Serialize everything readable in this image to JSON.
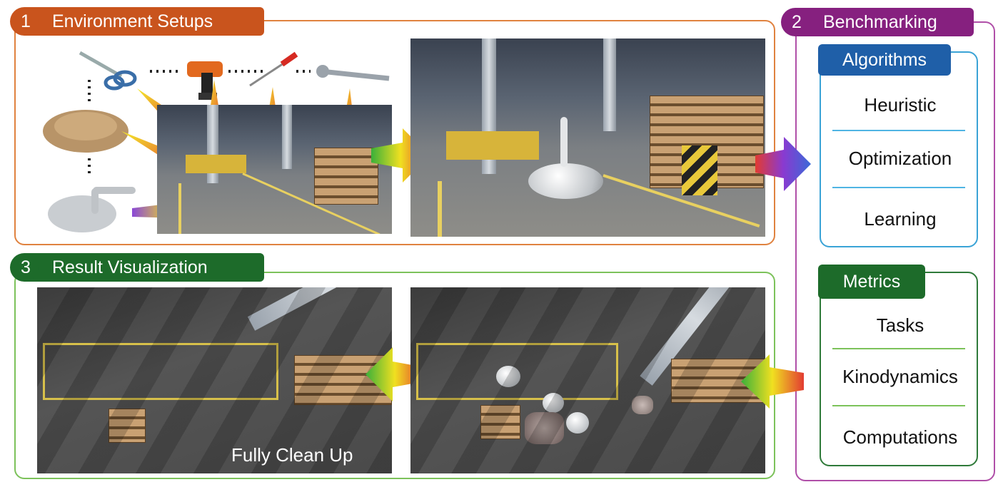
{
  "environment": {
    "number": "1",
    "title": "Environment Setups",
    "object_icons": [
      "scissors-icon",
      "drill-icon",
      "screwdriver-icon",
      "wrench-icon",
      "wood-chips-icon",
      "robot-icon"
    ]
  },
  "benchmarking": {
    "number": "2",
    "title": "Benchmarking",
    "algorithms": {
      "title": "Algorithms",
      "items": [
        "Heuristic",
        "Optimization",
        "Learning"
      ]
    },
    "metrics": {
      "title": "Metrics",
      "items": [
        "Tasks",
        "Kinodynamics",
        "Computations"
      ]
    }
  },
  "results": {
    "number": "3",
    "title": "Result Visualization",
    "caption": "Fully Clean Up"
  },
  "colors": {
    "environment": "#c9541d",
    "benchmarking": "#86207f",
    "results": "#1d6b2a",
    "algorithms": "#1f5fa8",
    "arrow_start": "#f0e020",
    "arrow_end": "#e23b32"
  }
}
